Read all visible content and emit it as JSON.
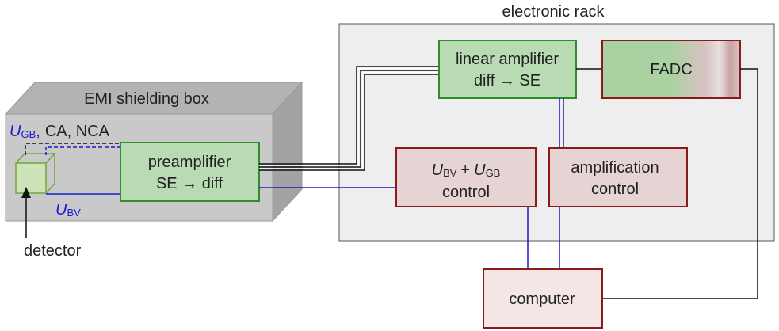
{
  "rack": {
    "title": "electronic rack"
  },
  "emi": {
    "title": "EMI shielding box",
    "ugb_symbol": "U",
    "ugb_sub": "GB",
    "ugb_rest": "CA, NCA",
    "ugb_comma": ",",
    "ubv_symbol": "U",
    "ubv_sub": "BV"
  },
  "detector": {
    "label": "detector"
  },
  "preamp": {
    "line1": "preamplifier",
    "line2": "SE → diff"
  },
  "linear_amp": {
    "line1": "linear amplifier",
    "line2": "diff → SE"
  },
  "fadc": {
    "label": "FADC"
  },
  "bias_control": {
    "u1": "U",
    "sub1": "BV",
    "plus": "+",
    "u2": "U",
    "sub2": "GB",
    "line2": "control"
  },
  "amp_control": {
    "line1": "amplification",
    "line2": "control"
  },
  "computer": {
    "label": "computer"
  },
  "colors": {
    "green_border": "#2e8b2e",
    "green_fill": "#b9dbb4",
    "red_border": "#8b1a1a",
    "red_fill": "#e6d3d3",
    "blue_wire": "#1a1acc",
    "black_wire": "#111111",
    "rack_fill": "#eeeeee",
    "box_front": "#c8c8c8",
    "box_top": "#b0b0b0",
    "box_side": "#a0a0a0"
  }
}
